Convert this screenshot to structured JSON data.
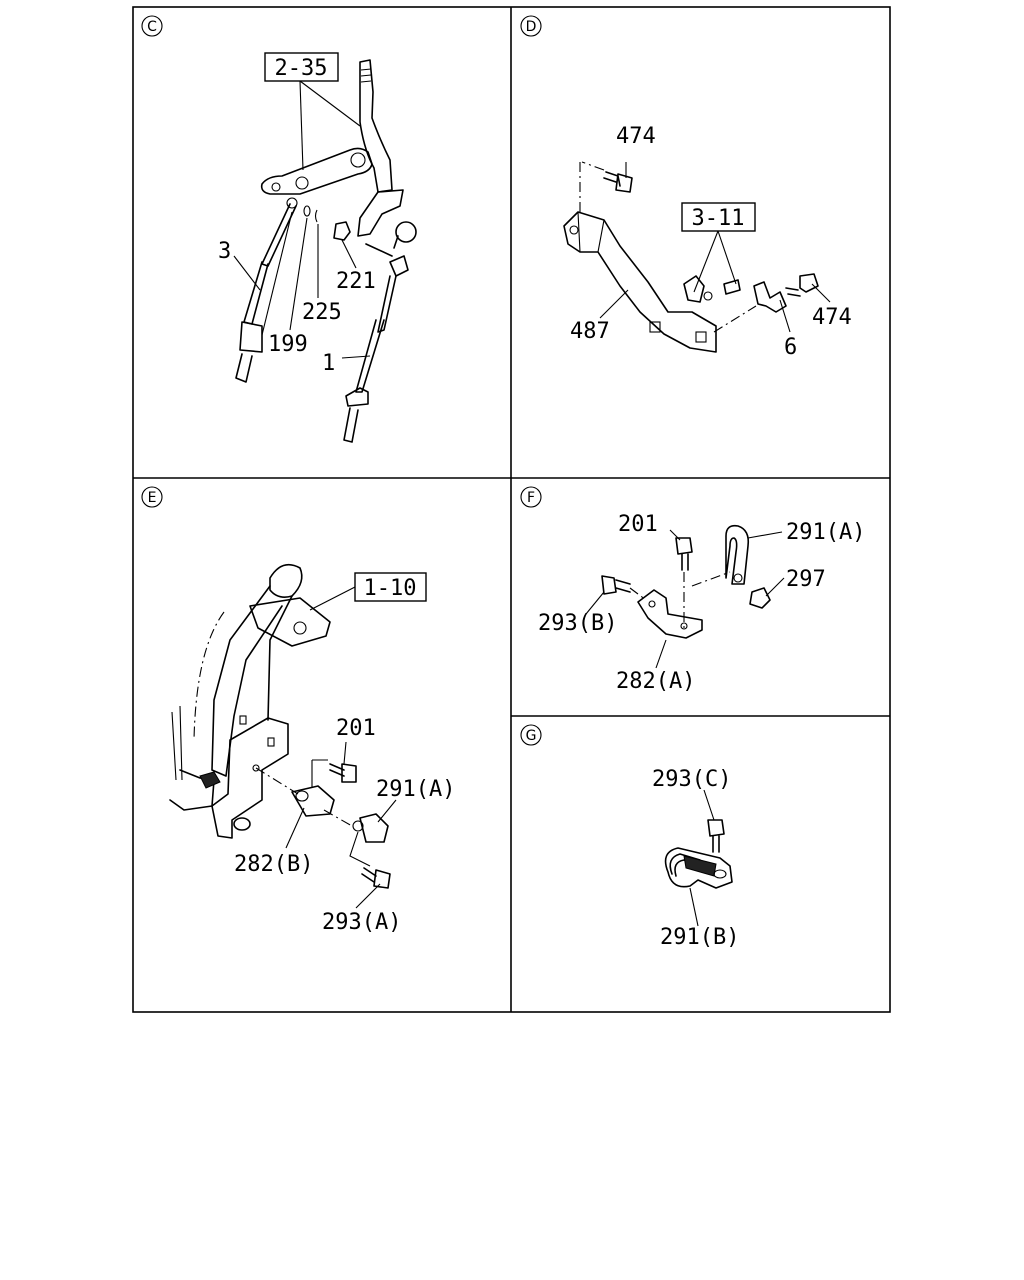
{
  "panels": {
    "C": {
      "id": "C",
      "ref_box": "2-35",
      "callouts": {
        "c3": "3",
        "c199": "199",
        "c225": "225",
        "c221": "221",
        "c1": "1"
      }
    },
    "D": {
      "id": "D",
      "ref_box": "3-11",
      "callouts": {
        "c474a": "474",
        "c487": "487",
        "c6": "6",
        "c474b": "474"
      }
    },
    "E": {
      "id": "E",
      "ref_box": "1-10",
      "callouts": {
        "c201": "201",
        "c291a": "291(A)",
        "c282b": "282(B)",
        "c293a": "293(A)"
      }
    },
    "F": {
      "id": "F",
      "callouts": {
        "c201": "201",
        "c291a": "291(A)",
        "c297": "297",
        "c293b": "293(B)",
        "c282a": "282(A)"
      }
    },
    "G": {
      "id": "G",
      "callouts": {
        "c293c": "293(C)",
        "c291b": "291(B)"
      }
    }
  }
}
